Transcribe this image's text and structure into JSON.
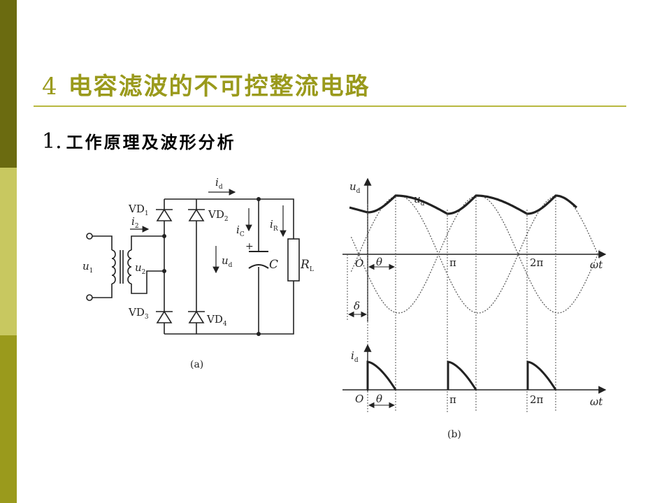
{
  "slide": {
    "title_number": "4",
    "title_text": "电容滤波的不可控整流电路",
    "subtitle_number": "1.",
    "subtitle_text": "工作原理及波形分析",
    "colors": {
      "bar_top": "#6b6b10",
      "bar_mid": "#c8c860",
      "bar_bottom": "#9a9a1c",
      "title": "#9a9a1c",
      "rule": "#b8b840"
    }
  },
  "figure_a": {
    "caption": "(a)",
    "u1": "u",
    "u1_sub": "1",
    "u2": "u",
    "u2_sub": "2",
    "i2": "i",
    "i2_sub": "2",
    "id": "i",
    "id_sub": "d",
    "ic": "i",
    "ic_sub": "C",
    "ir": "i",
    "ir_sub": "R",
    "ud": "u",
    "ud_sub": "d",
    "vd1": "VD",
    "vd1_sub": "1",
    "vd2": "VD",
    "vd2_sub": "2",
    "vd3": "VD",
    "vd3_sub": "3",
    "vd4": "VD",
    "vd4_sub": "4",
    "plus": "+",
    "cap": "C",
    "rl": "R",
    "rl_sub": "L"
  },
  "figure_b": {
    "caption": "(b)",
    "ud_axis": "u",
    "ud_axis_sub": "d",
    "ud_curve": "u",
    "ud_curve_sub": "d",
    "id_axis": "i",
    "id_axis_sub": "d",
    "origin": "O",
    "theta": "θ",
    "delta": "δ",
    "pi": "π",
    "two_pi": "2π",
    "wt": "ωt"
  }
}
